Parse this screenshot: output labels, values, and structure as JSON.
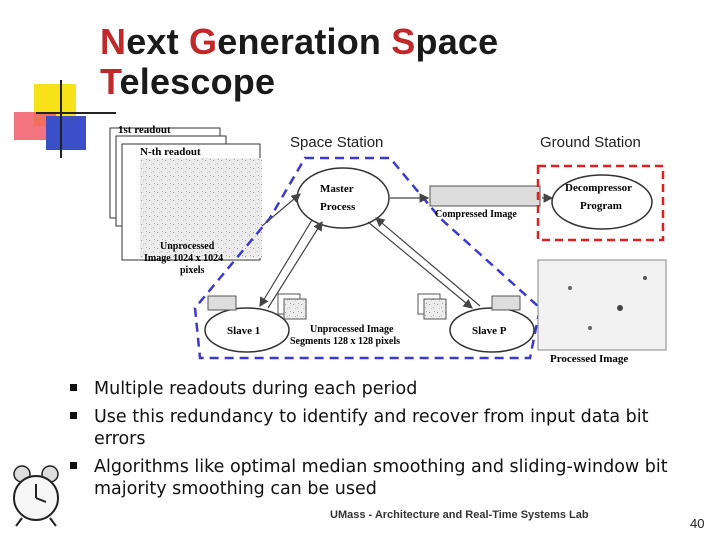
{
  "title": {
    "words": [
      {
        "first": "N",
        "rest": "ext "
      },
      {
        "first": "G",
        "rest": "eneration "
      },
      {
        "first": "S",
        "rest": "pace"
      },
      {
        "first": "T",
        "rest": "elescope"
      }
    ]
  },
  "diagram": {
    "space_station_label": "Space Station",
    "ground_station_label": "Ground Station",
    "first_readout": "1st readout",
    "nth_readout": "N-th readout",
    "unprocessed_image": "Unprocessed",
    "unprocessed_size": "Image 1024 x 1024",
    "unprocessed_pixels": "pixels",
    "master": "Master",
    "process": "Process",
    "compressed_image": "Compressed Image",
    "decompressor": "Decompressor",
    "program": "Program",
    "slave1": "Slave 1",
    "slaveP": "Slave P",
    "segments_line1": "Unprocessed Image",
    "segments_line2": "Segments 128 x 128 pixels",
    "processed_image": "Processed Image",
    "colors": {
      "accent_red": "#e02020",
      "dashed_blue": "#3a3ad0",
      "title_red": "#c0282a"
    }
  },
  "bullets": [
    "Multiple readouts during each period",
    "Use this redundancy to identify and recover from input data bit errors",
    "Algorithms like optimal median smoothing and sliding-window bit majority smoothing can be used"
  ],
  "footer": "UMass - Architecture and Real-Time Systems Lab",
  "page_number": "40"
}
